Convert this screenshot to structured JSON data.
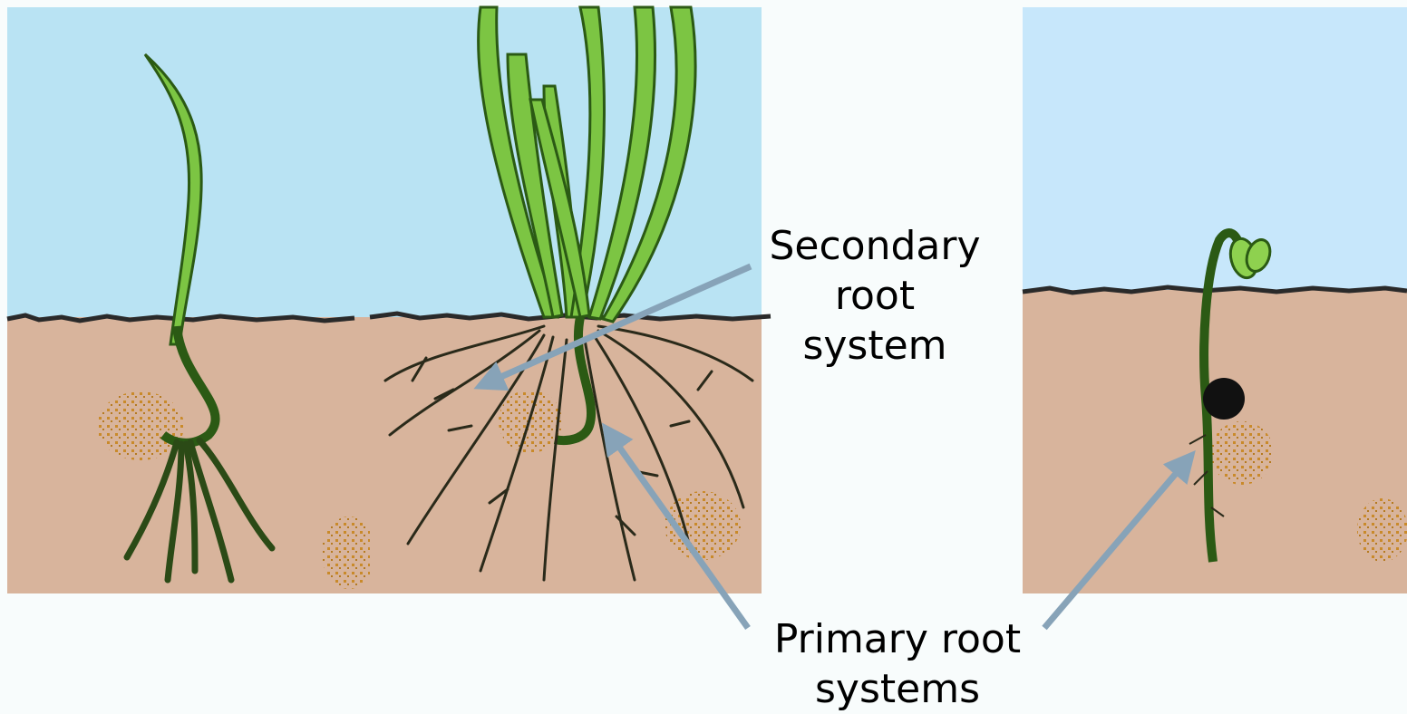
{
  "labels": {
    "secondary": [
      "Secondary",
      "root",
      "system"
    ],
    "primary": [
      "Primary root",
      "systems"
    ]
  },
  "colors": {
    "sky_left": "#b9e3f3",
    "sky_right": "#c7e7fb",
    "soil": "#d8b49c",
    "soil_line": "#2a2a2a",
    "leaf": "#7cc543",
    "stem": "#2b5a14",
    "root": "#2a2a1a",
    "nutrient": "#c98a2a",
    "arrow": "#87a3b8",
    "seed": "#111111"
  }
}
